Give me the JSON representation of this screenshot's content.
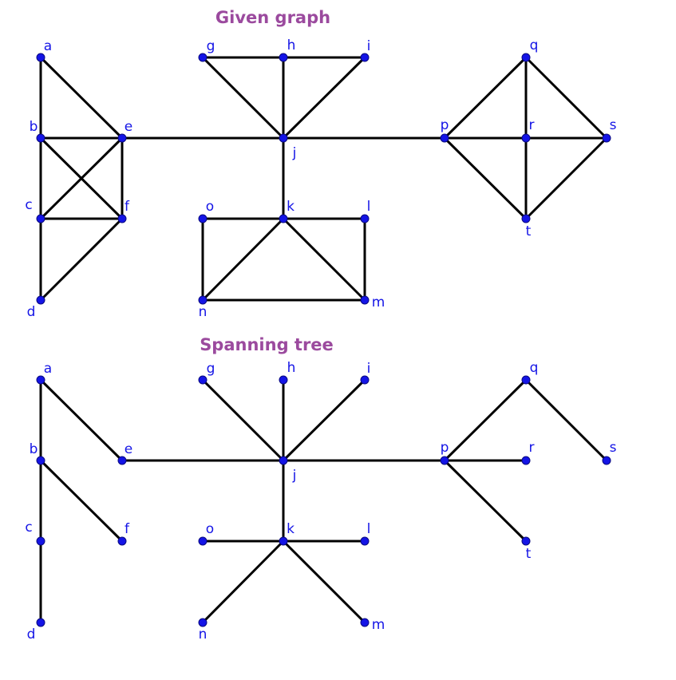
{
  "colors": {
    "title": "#9b4a9e",
    "edge": "#000000",
    "node": "#1414e6",
    "label": "#1414e6",
    "background": "#ffffff"
  },
  "graphs": [
    {
      "id": "given",
      "title": "Given graph",
      "nodes": [
        "a",
        "b",
        "c",
        "d",
        "e",
        "f",
        "g",
        "h",
        "i",
        "j",
        "k",
        "l",
        "m",
        "n",
        "o",
        "p",
        "q",
        "r",
        "s",
        "t"
      ],
      "edges": [
        [
          "a",
          "b"
        ],
        [
          "a",
          "e"
        ],
        [
          "b",
          "e"
        ],
        [
          "b",
          "c"
        ],
        [
          "b",
          "f"
        ],
        [
          "c",
          "e"
        ],
        [
          "c",
          "f"
        ],
        [
          "e",
          "f"
        ],
        [
          "c",
          "d"
        ],
        [
          "d",
          "f"
        ],
        [
          "e",
          "j"
        ],
        [
          "g",
          "h"
        ],
        [
          "h",
          "i"
        ],
        [
          "g",
          "j"
        ],
        [
          "h",
          "j"
        ],
        [
          "i",
          "j"
        ],
        [
          "j",
          "k"
        ],
        [
          "j",
          "p"
        ],
        [
          "o",
          "k"
        ],
        [
          "k",
          "l"
        ],
        [
          "l",
          "m"
        ],
        [
          "n",
          "m"
        ],
        [
          "o",
          "n"
        ],
        [
          "k",
          "n"
        ],
        [
          "k",
          "m"
        ],
        [
          "p",
          "q"
        ],
        [
          "p",
          "r"
        ],
        [
          "r",
          "s"
        ],
        [
          "p",
          "t"
        ],
        [
          "q",
          "r"
        ],
        [
          "q",
          "s"
        ],
        [
          "r",
          "t"
        ],
        [
          "s",
          "t"
        ]
      ]
    },
    {
      "id": "spanning",
      "title": "Spanning tree",
      "nodes": [
        "a",
        "b",
        "c",
        "d",
        "e",
        "f",
        "g",
        "h",
        "i",
        "j",
        "k",
        "l",
        "m",
        "n",
        "o",
        "p",
        "q",
        "r",
        "s",
        "t"
      ],
      "edges": [
        [
          "a",
          "b"
        ],
        [
          "a",
          "e"
        ],
        [
          "b",
          "c"
        ],
        [
          "c",
          "d"
        ],
        [
          "b",
          "f"
        ],
        [
          "e",
          "j"
        ],
        [
          "g",
          "j"
        ],
        [
          "h",
          "j"
        ],
        [
          "i",
          "j"
        ],
        [
          "j",
          "k"
        ],
        [
          "j",
          "p"
        ],
        [
          "o",
          "k"
        ],
        [
          "k",
          "l"
        ],
        [
          "k",
          "n"
        ],
        [
          "k",
          "m"
        ],
        [
          "p",
          "q"
        ],
        [
          "q",
          "s"
        ],
        [
          "p",
          "r"
        ],
        [
          "p",
          "t"
        ]
      ]
    }
  ]
}
